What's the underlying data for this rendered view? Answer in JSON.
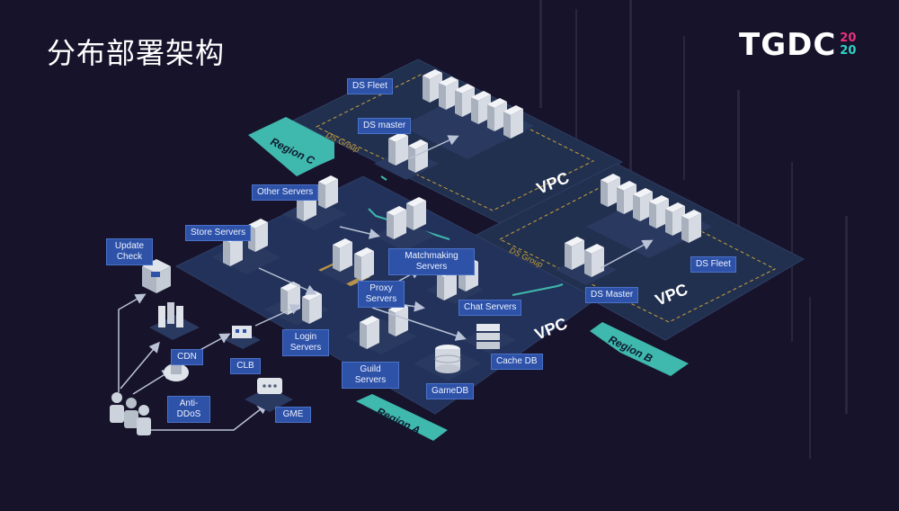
{
  "title": "分布部署架构",
  "logo": {
    "word": "TGDC",
    "year_top": "20",
    "year_bottom": "20"
  },
  "colors": {
    "background": "#17132b",
    "platform": "#22304f",
    "platform_vpc": "#23325a",
    "ribbon": "#3fb8ad",
    "label_bg": "#2d52a8",
    "arrow": "#b9c2d6",
    "connector": "#3fb8ad",
    "ds_group_border": "#c8a23a",
    "proxy_tile": "#b8924a",
    "logo_pink": "#e8327c",
    "logo_teal": "#2fd3c6"
  },
  "regions": {
    "a": "Region A",
    "b": "Region B",
    "c": "Region C"
  },
  "vpc": {
    "a": "VPC",
    "b": "VPC",
    "c": "VPC"
  },
  "ds_group": {
    "b": "DS Group",
    "c": "DS Group"
  },
  "labels": {
    "ds_fleet_c": "DS Fleet",
    "ds_master_c": "DS master",
    "ds_fleet_b": "DS Fleet",
    "ds_master_b": "DS Master",
    "other_servers": "Other Servers",
    "store_servers": "Store Servers",
    "update_check": [
      "Update",
      "Check"
    ],
    "matchmaking_servers": [
      "Matchmaking",
      "Servers"
    ],
    "proxy_servers": [
      "Proxy",
      "Servers"
    ],
    "chat_servers": "Chat Servers",
    "login_servers": [
      "Login",
      "Servers"
    ],
    "cdn": "CDN",
    "clb": "CLB",
    "cache_db": "Cache DB",
    "guild_servers": [
      "Guild",
      "Servers"
    ],
    "gamedb": "GameDB",
    "anti_ddos": [
      "Anti-",
      "DDoS"
    ],
    "gme": "GME"
  }
}
